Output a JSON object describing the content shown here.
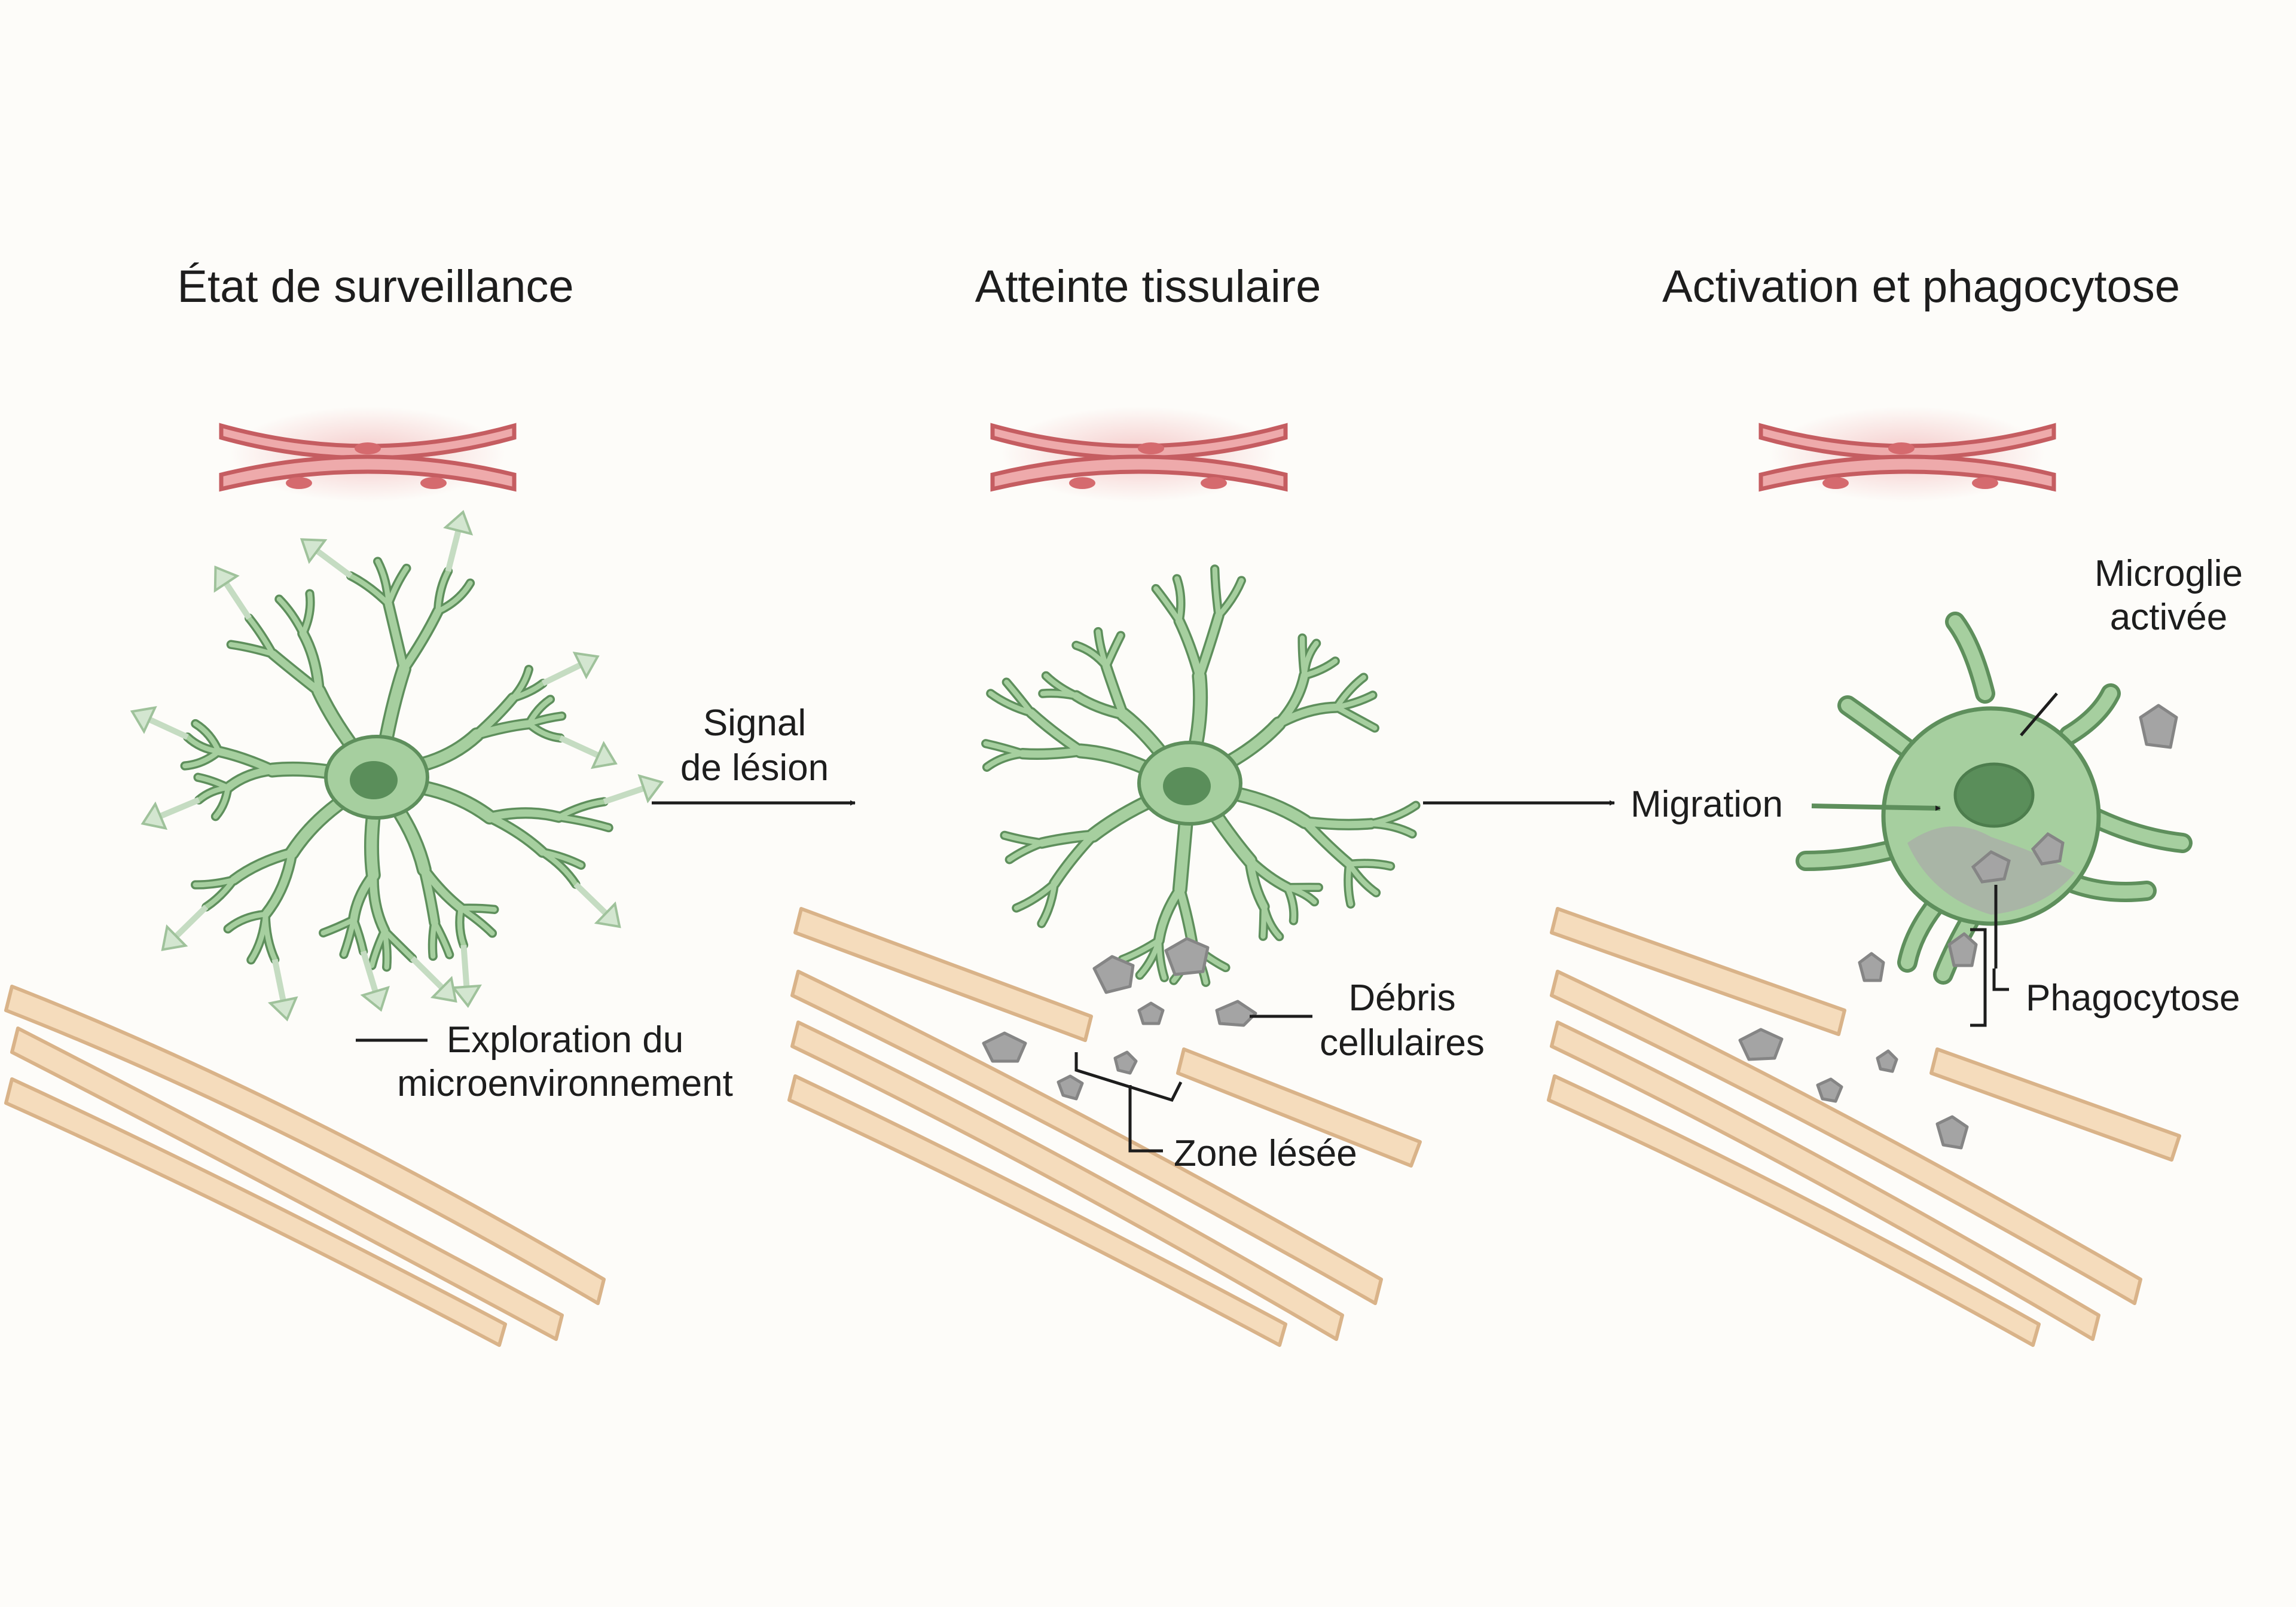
{
  "panels": [
    {
      "title": "État de surveillance"
    },
    {
      "title": "Atteinte tissulaire"
    },
    {
      "title": "Activation et phagocytose"
    }
  ],
  "labels": {
    "exploration": [
      "Exploration du",
      "microenvironnement"
    ],
    "signal": [
      "Signal",
      "de lésion"
    ],
    "debris": [
      "Débris",
      "cellulaires"
    ],
    "zone": "Zone lésée",
    "migration": "Migration",
    "activated": [
      "Microglie",
      "activée"
    ],
    "phagocytosis": "Phagocytose"
  },
  "colors": {
    "microglia_fill": "#a6cf9f",
    "microglia_stroke": "#5e8f5c",
    "nucleus": "#5a8e5a",
    "vessel_fill": "#eeaaab",
    "vessel_stroke": "#c55d61",
    "fiber_fill": "#f5dcbc",
    "fiber_stroke": "#d9b389",
    "debris_fill": "#a4a4a4",
    "debris_stroke": "#858585",
    "arrow": "#1d1d1d"
  }
}
